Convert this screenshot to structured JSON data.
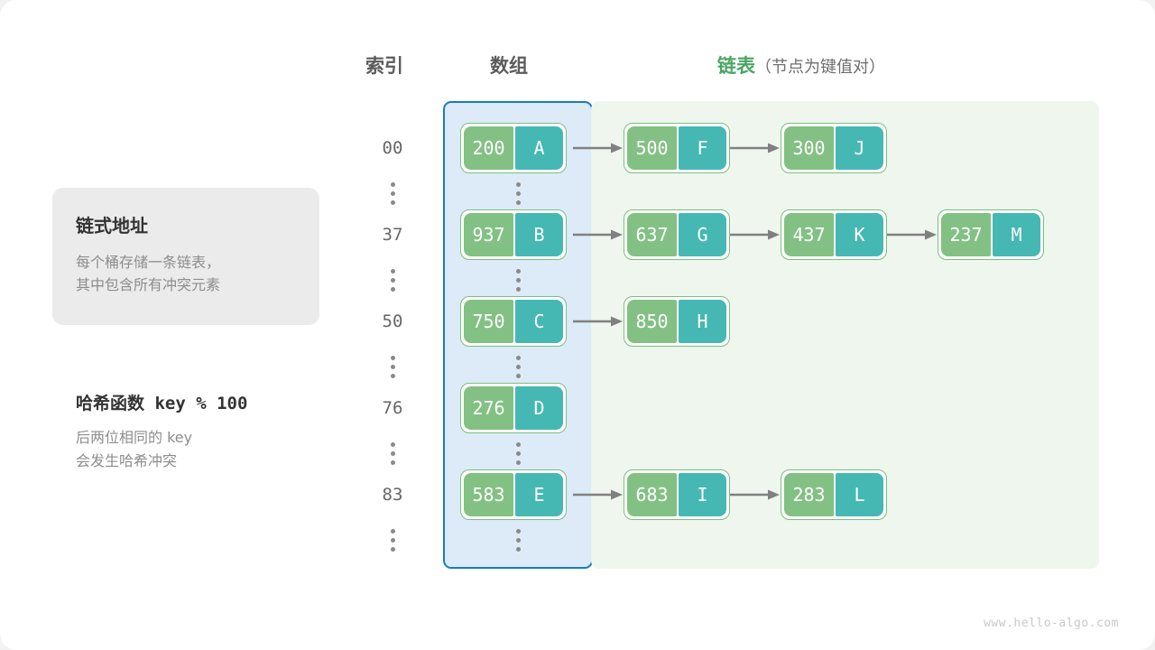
{
  "headers": {
    "index": "索引",
    "array": "数组",
    "list_main": "链表",
    "list_sub": "（节点为键值对）"
  },
  "info_card": {
    "title": "链式地址",
    "line1": "每个桶存储一条链表，",
    "line2": "其中包含所有冲突元素"
  },
  "hash_note": {
    "title": "哈希函数 key % 100",
    "line1": "后两位相同的 key",
    "line2": "会发生哈希冲突"
  },
  "colors": {
    "key_box": "#82c183",
    "value_box": "#45b8b3",
    "node_border": "#7bbf7d",
    "array_panel_bg": "#dcebf7",
    "array_panel_border": "#1a7ac4",
    "list_panel_bg": "#eef6ee",
    "accent_green_text": "#4aa564",
    "arrow": "#808080"
  },
  "buckets": [
    {
      "index": "00",
      "head": {
        "key": "200",
        "value": "A"
      },
      "chain": [
        {
          "key": "500",
          "value": "F"
        },
        {
          "key": "300",
          "value": "J"
        }
      ]
    },
    {
      "index": "37",
      "head": {
        "key": "937",
        "value": "B"
      },
      "chain": [
        {
          "key": "637",
          "value": "G"
        },
        {
          "key": "437",
          "value": "K"
        },
        {
          "key": "237",
          "value": "M"
        }
      ]
    },
    {
      "index": "50",
      "head": {
        "key": "750",
        "value": "C"
      },
      "chain": [
        {
          "key": "850",
          "value": "H"
        }
      ]
    },
    {
      "index": "76",
      "head": {
        "key": "276",
        "value": "D"
      },
      "chain": []
    },
    {
      "index": "83",
      "head": {
        "key": "583",
        "value": "E"
      },
      "chain": [
        {
          "key": "683",
          "value": "I"
        },
        {
          "key": "283",
          "value": "L"
        }
      ]
    }
  ],
  "watermark": "www.hello-algo.com"
}
